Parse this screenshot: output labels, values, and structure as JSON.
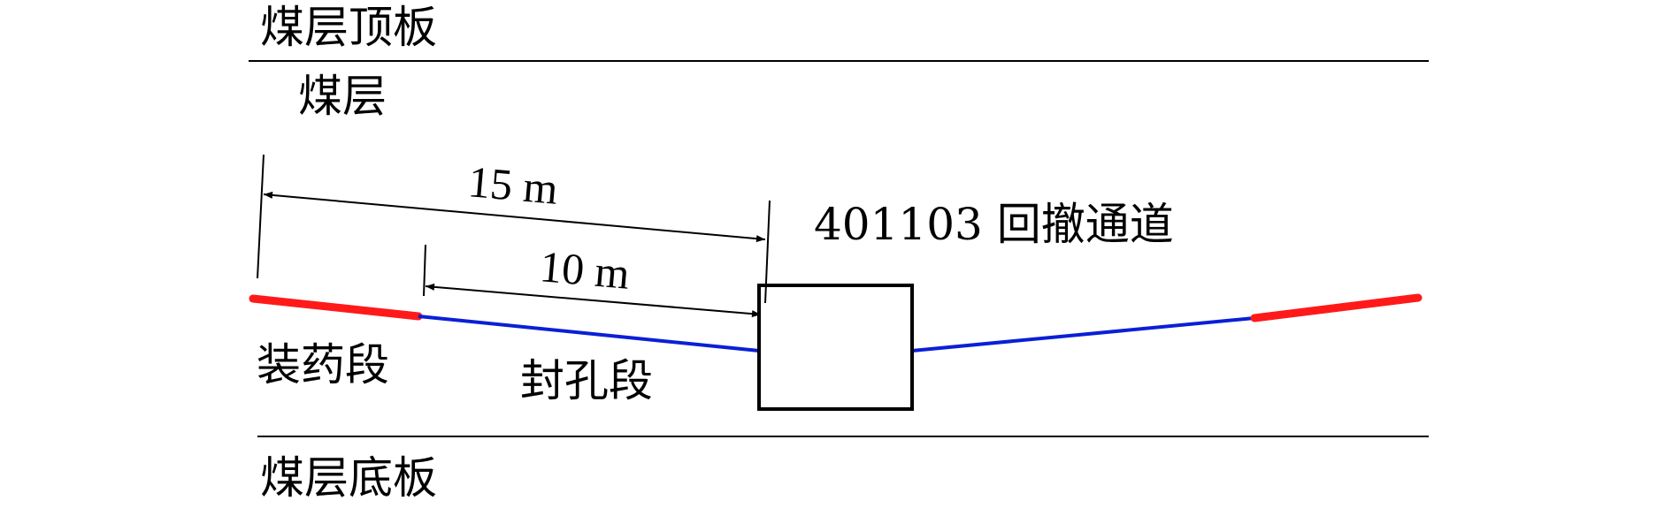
{
  "labels": {
    "roof": "煤层顶板",
    "seam": "煤层",
    "floor": "煤层底板",
    "charge_section": "装药段",
    "seal_section": "封孔段",
    "dim_15": "15 m",
    "dim_10": "10 m",
    "channel": "401103 回撤通道"
  },
  "colors": {
    "line": "#000000",
    "charge": "#ff1a1a",
    "seal": "#0a1fd6",
    "box_fill": "#ffffff"
  }
}
